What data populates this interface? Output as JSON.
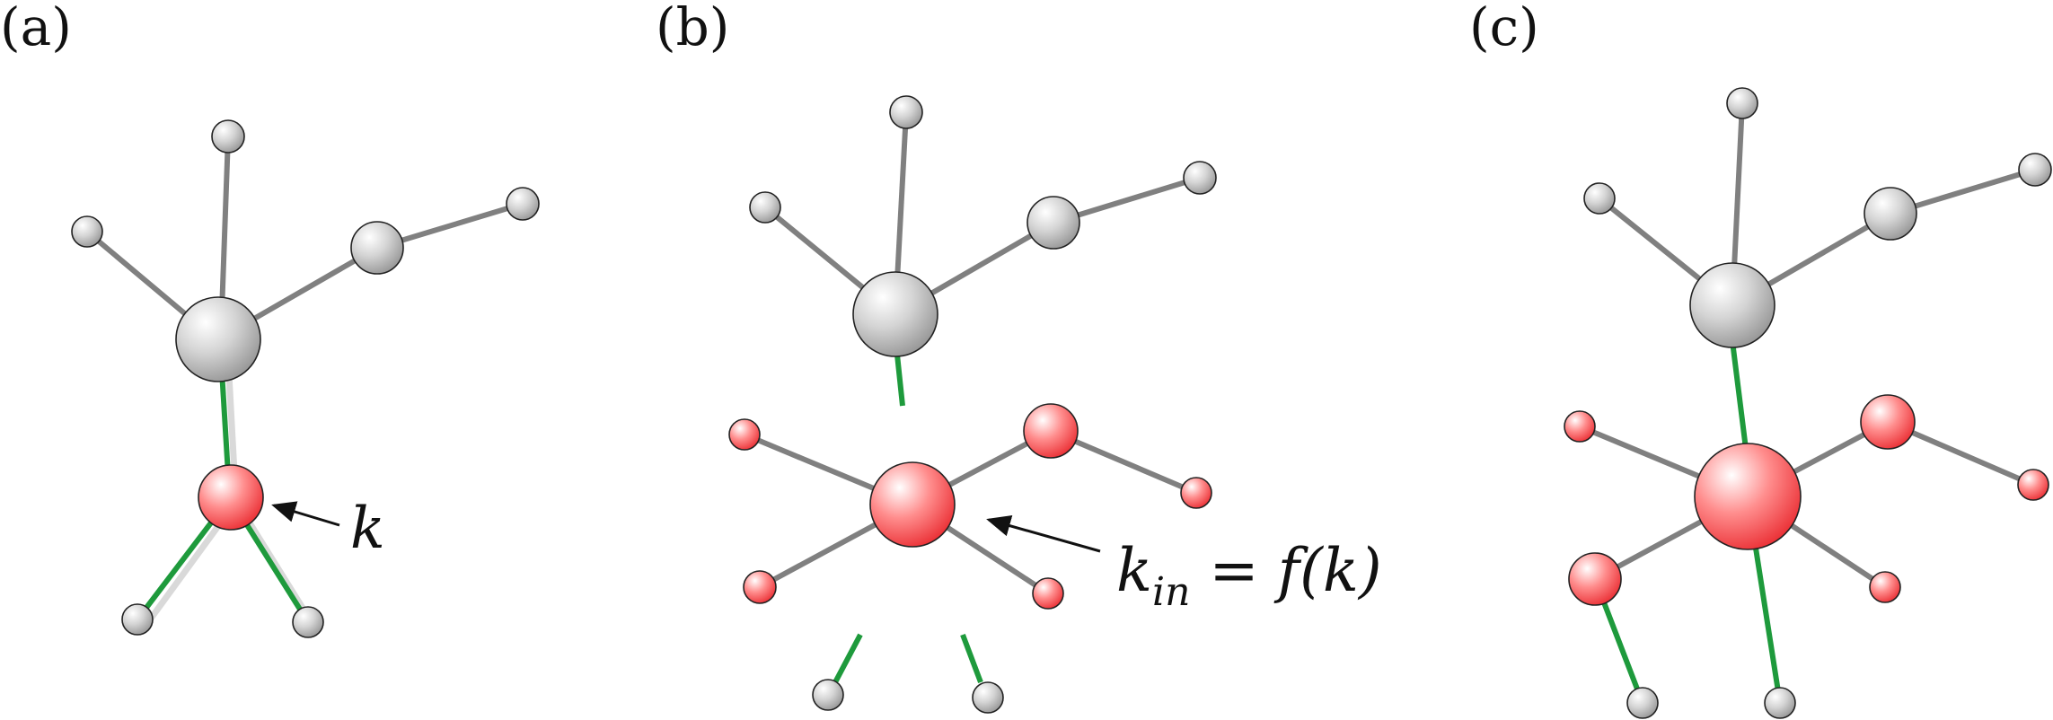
{
  "panels": {
    "a": {
      "label": "(a)",
      "annotation": "k"
    },
    "b": {
      "label": "(b)",
      "annotation": {
        "k": "k",
        "sub": "in",
        "rest": " = f(k)"
      }
    },
    "c": {
      "label": "(c)"
    }
  },
  "colors": {
    "gray_node": "#c8c8c8",
    "red_node": "#ff8080",
    "gray_edge": "#808080",
    "green_edge": "#1e9a3c"
  }
}
